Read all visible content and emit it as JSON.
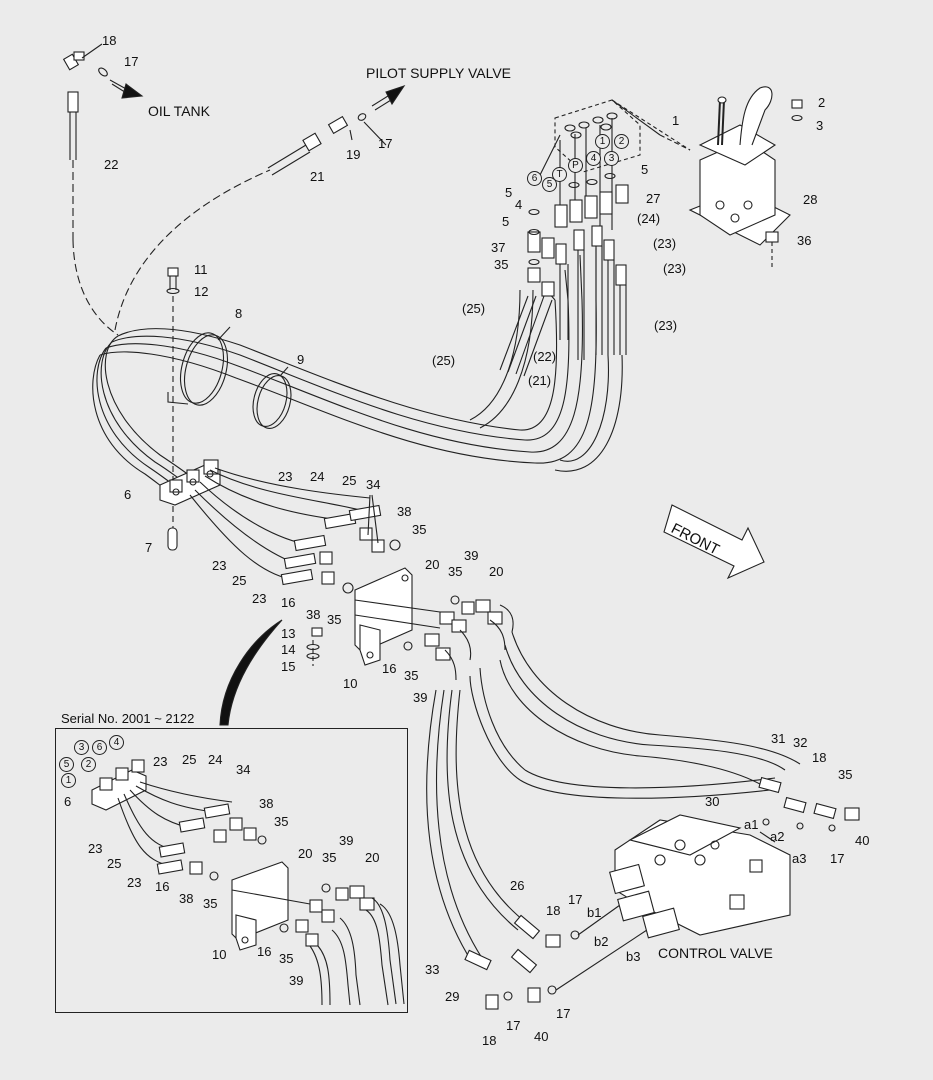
{
  "title_labels": {
    "oil_tank": "OIL TANK",
    "pilot_supply_valve": "PILOT SUPPLY VALVE",
    "control_valve": "CONTROL VALVE",
    "front": "FRONT",
    "serial_note": "Serial No. 2001 ~ 2122"
  },
  "ports": {
    "a1": "a1",
    "a2": "a2",
    "a3": "a3",
    "b1": "b1",
    "b2": "b2",
    "b3": "b3"
  },
  "circled_ports": [
    "1",
    "2",
    "3",
    "4",
    "5",
    "6",
    "P",
    "T"
  ],
  "main_callouts": {
    "n1": "1",
    "n2": "2",
    "n3": "3",
    "n4": "4",
    "n5a": "5",
    "n5b": "5",
    "n5c": "5",
    "n6": "6",
    "n7": "7",
    "n8": "8",
    "n9": "9",
    "n10": "10",
    "n11": "11",
    "n12": "12",
    "n13": "13",
    "n14": "14",
    "n15": "15",
    "n16a": "16",
    "n16b": "16",
    "n17a": "17",
    "n17b": "17",
    "n17c": "17",
    "n17d": "17",
    "n17e": "17",
    "n17f": "17",
    "n18a": "18",
    "n18b": "18",
    "n18c": "18",
    "n18d": "18",
    "n19": "19",
    "n20a": "20",
    "n20b": "20",
    "n21": "21",
    "n22": "22",
    "n23a": "23",
    "n23b": "23",
    "n23c": "23",
    "n24": "24",
    "n25a": "25",
    "n25b": "25",
    "n26": "26",
    "n27": "27",
    "n28": "28",
    "n29": "29",
    "n30": "30",
    "n31": "31",
    "n32": "32",
    "n33": "33",
    "n34": "34",
    "n35a": "35",
    "n35b": "35",
    "n35c": "35",
    "n35d": "35",
    "n35e": "35",
    "n36": "36",
    "n37": "37",
    "n38a": "38",
    "n38b": "38",
    "n39a": "39",
    "n39b": "39",
    "n40a": "40",
    "n40b": "40",
    "p21": "(21)",
    "p22": "(22)",
    "p23a": "(23)",
    "p23b": "(23)",
    "p23c": "(23)",
    "p24": "(24)",
    "p25a": "(25)",
    "p25b": "(25)"
  },
  "inset_callouts": {
    "n6": "6",
    "n10": "10",
    "n16": "16",
    "n20a": "20",
    "n20b": "20",
    "n23a": "23",
    "n23b": "23",
    "n23c": "23",
    "n24": "24",
    "n25a": "25",
    "n25b": "25",
    "n34": "34",
    "n35a": "35",
    "n35b": "35",
    "n35c": "35",
    "n35d": "35",
    "n38a": "38",
    "n38b": "38",
    "n39a": "39",
    "n39b": "39"
  }
}
